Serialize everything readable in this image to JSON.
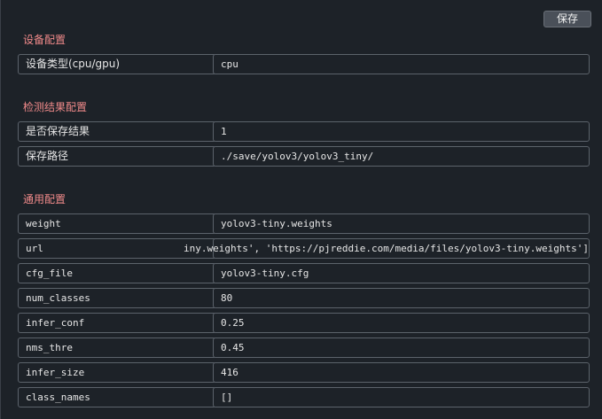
{
  "toolbar": {
    "save_label": "保存"
  },
  "sections": {
    "device": {
      "title": "设备配置",
      "rows": [
        {
          "label": "设备类型(cpu/gpu)",
          "value": "cpu"
        }
      ]
    },
    "detect": {
      "title": "检测结果配置",
      "rows": [
        {
          "label": "是否保存结果",
          "value": "1"
        },
        {
          "label": "保存路径",
          "value": "./save/yolov3/yolov3_tiny/"
        }
      ]
    },
    "common": {
      "title": "通用配置",
      "rows": [
        {
          "label": "weight",
          "value": "yolov3-tiny.weights"
        },
        {
          "label": "url",
          "value": "iny.weights', 'https://pjreddie.com/media/files/yolov3-tiny.weights']"
        },
        {
          "label": "cfg_file",
          "value": "yolov3-tiny.cfg"
        },
        {
          "label": "num_classes",
          "value": "80"
        },
        {
          "label": "infer_conf",
          "value": "0.25"
        },
        {
          "label": "nms_thre",
          "value": "0.45"
        },
        {
          "label": "infer_size",
          "value": "416"
        },
        {
          "label": "class_names",
          "value": "[]"
        }
      ]
    }
  },
  "colors": {
    "background": "#1d2228",
    "section_title": "#f08a8a",
    "border": "#5c636b",
    "text": "#e6e6e6",
    "button_bg": "#4a5059"
  }
}
